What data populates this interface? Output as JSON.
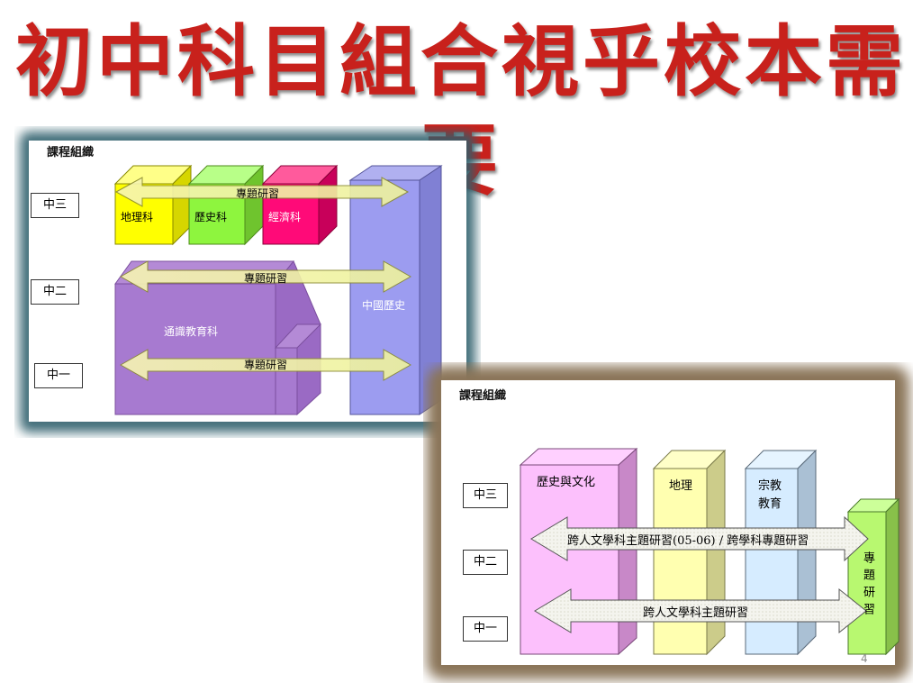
{
  "title": "初中科目組合視乎校本需要",
  "page_number": "4",
  "diagram1": {
    "heading": "課程組織",
    "grades": [
      "中三",
      "中二",
      "中一"
    ],
    "subjects": {
      "geography": "地理科",
      "history": "歷史科",
      "economics": "經濟科",
      "liberal_studies": "通識教育科",
      "chinese_history": "中國歷史"
    },
    "arrows": [
      "專題研習",
      "專題研習",
      "專題研習"
    ]
  },
  "diagram2": {
    "heading": "課程組織",
    "grades": [
      "中三",
      "中二",
      "中一"
    ],
    "subjects": {
      "history_culture": "歷史與文化",
      "geography": "地理",
      "religion_line1": "宗教",
      "religion_line2": "教育",
      "project": "專題研習"
    },
    "arrows": [
      "跨人文學科主題研習(05-06) / 跨學科專題研習",
      "跨人文學科主題研習"
    ]
  }
}
